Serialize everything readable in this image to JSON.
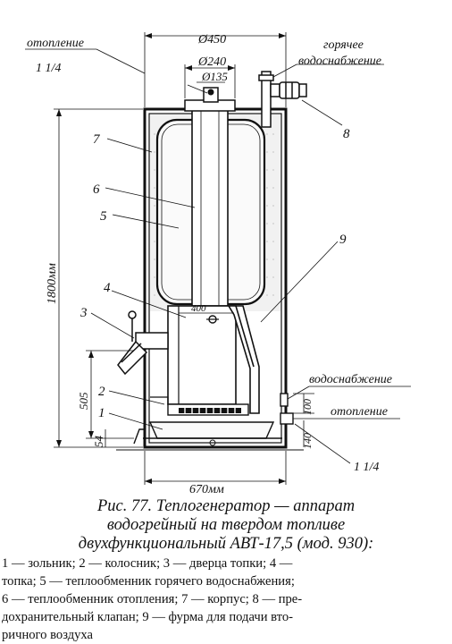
{
  "diagram": {
    "labels": {
      "heating_top": "отопление",
      "heating_top_size": "1 1/4",
      "hot_water_line1": "горячее",
      "hot_water_line2": "водоснабжение",
      "water_supply": "водоснабжение",
      "heating_bottom": "отопление",
      "heating_bottom_size": "1 1/4"
    },
    "dimensions": {
      "d450": "Ø450",
      "d240": "Ø240",
      "d135": "Ø135",
      "h1800": "1800мм",
      "h505": "505",
      "h54": "54",
      "w400": "400",
      "h100": "100",
      "h140": "140",
      "w670": "670мм"
    },
    "numbers": [
      "1",
      "2",
      "3",
      "4",
      "5",
      "6",
      "7",
      "8",
      "9"
    ]
  },
  "caption": {
    "line1": "Рис. 77. Теплогенератор — аппарат",
    "line2": "водогрейный на твердом топливе",
    "line3": "двухфункциональный АВТ-17,5 (мод. 930):"
  },
  "legend": {
    "line1": "1 — зольник; 2 — колосник; 3 — дверца топки; 4 —",
    "line2": "топка; 5 — теплообменник горячего водоснабжения;",
    "line3": "6 — теплообменник отопления; 7 — корпус; 8 — пре-",
    "line4": "дохранительный клапан; 9 — фурма для подачи вто-",
    "line5": "ричного воздуха"
  }
}
